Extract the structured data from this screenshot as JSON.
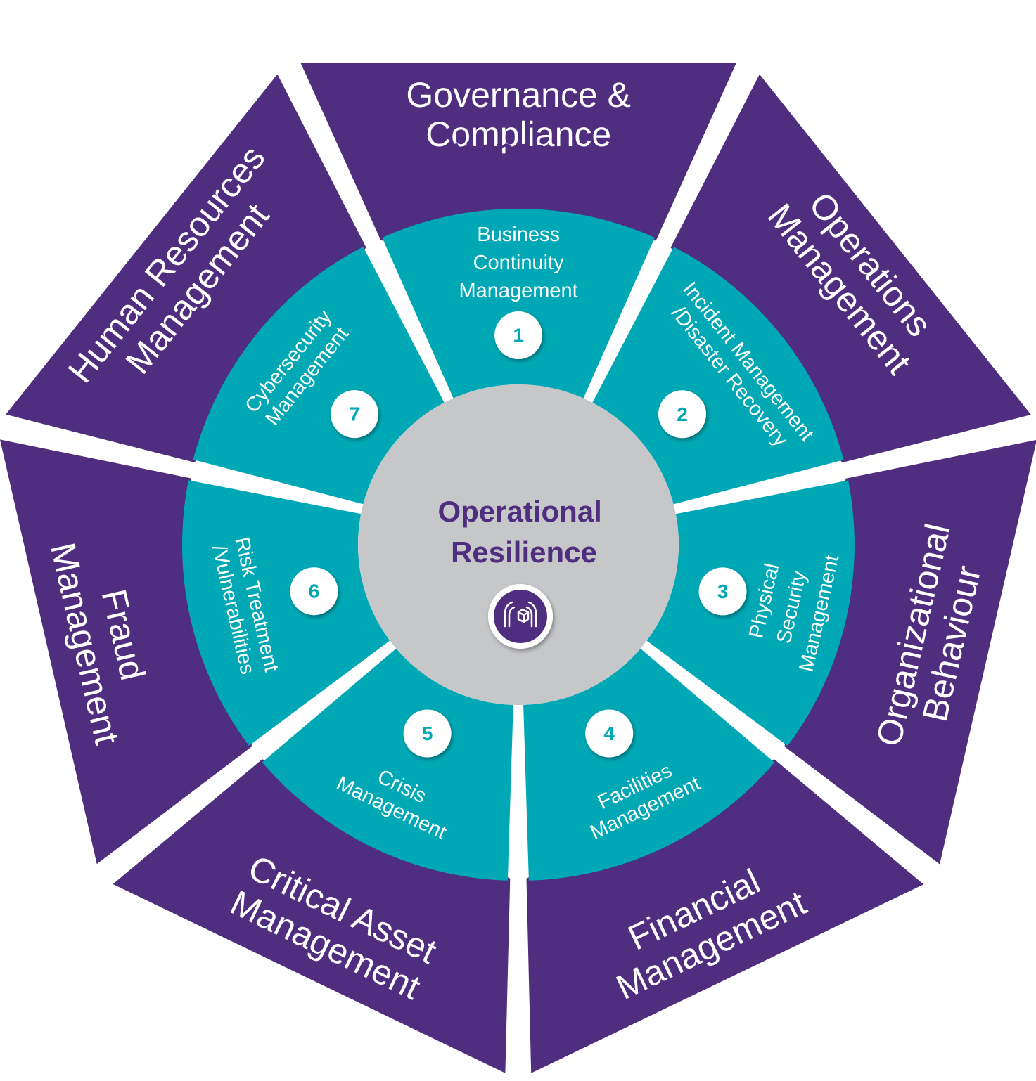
{
  "colors": {
    "outer": "#4f2d7f",
    "inner": "#00a8b5",
    "center": "#c6c7c9"
  },
  "ring_title": "Risk Management",
  "center": {
    "lines": [
      "Operational",
      "Resilience"
    ],
    "icon": "hands-protecting-cube-icon"
  },
  "outer_segments": [
    {
      "id": "governance",
      "lines": [
        "Governance &",
        "Compliance"
      ]
    },
    {
      "id": "operations",
      "lines": [
        "Operations",
        "Management"
      ]
    },
    {
      "id": "organizational",
      "lines": [
        "Organizational",
        "Behaviour"
      ]
    },
    {
      "id": "financial",
      "lines": [
        "Financial",
        "Management"
      ]
    },
    {
      "id": "critical-asset",
      "lines": [
        "Critical Asset",
        "Management"
      ]
    },
    {
      "id": "fraud",
      "lines": [
        "Fraud",
        "Management"
      ]
    },
    {
      "id": "human-resources",
      "lines": [
        "Human Resources",
        "Management"
      ]
    }
  ],
  "inner_segments": [
    {
      "num": "1",
      "lines": [
        "Business",
        "Continuity",
        "Management"
      ]
    },
    {
      "num": "2",
      "lines": [
        "Incident Management",
        "/Disaster Recovery"
      ]
    },
    {
      "num": "3",
      "lines": [
        "Physical",
        "Security",
        "Management"
      ]
    },
    {
      "num": "4",
      "lines": [
        "Facilities",
        "Management"
      ]
    },
    {
      "num": "5",
      "lines": [
        "Crisis",
        "Management"
      ]
    },
    {
      "num": "6",
      "lines": [
        "Risk Treatment",
        "/Vulnerabilities"
      ]
    },
    {
      "num": "7",
      "lines": [
        "Cybersecurity",
        "Management"
      ]
    }
  ]
}
